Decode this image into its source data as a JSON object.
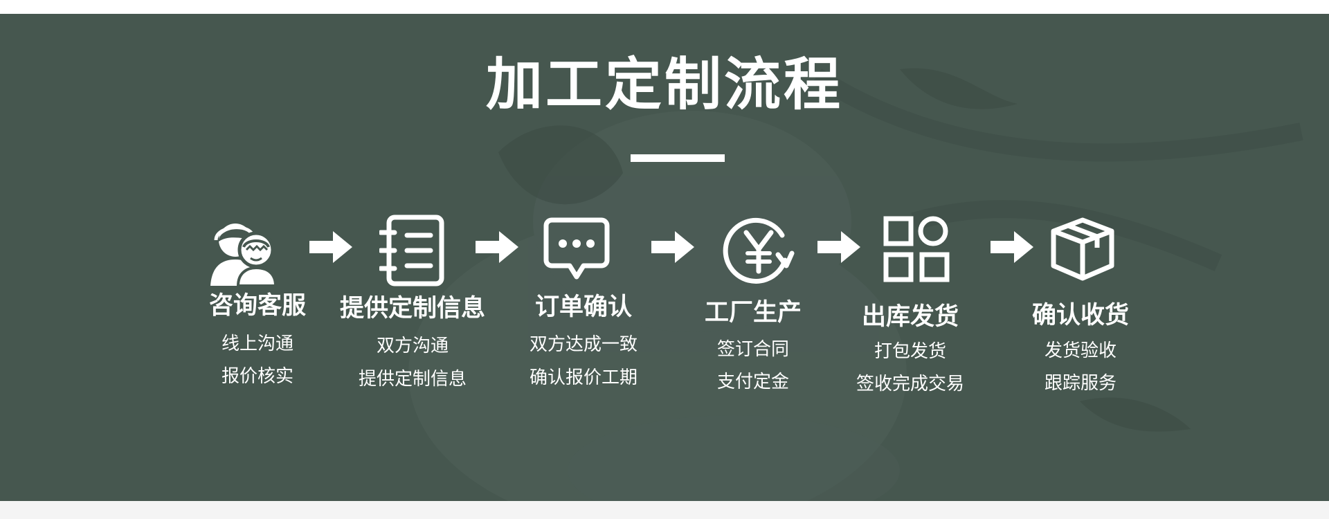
{
  "title": "加工定制流程",
  "colors": {
    "banner_bg": "#46574f",
    "text": "#ffffff",
    "bottom_strip": "#f4f4f4"
  },
  "steps": [
    {
      "icon": "customer-service-icon",
      "title": "咨询客服",
      "lines": [
        "线上沟通",
        "报价核实"
      ]
    },
    {
      "icon": "notebook-icon",
      "title": "提供定制信息",
      "lines": [
        "双方沟通",
        "提供定制信息"
      ]
    },
    {
      "icon": "chat-bubble-icon",
      "title": "订单确认",
      "lines": [
        "双方达成一致",
        "确认报价工期"
      ]
    },
    {
      "icon": "yen-payment-icon",
      "title": "工厂生产",
      "lines": [
        "签订合同",
        "支付定金"
      ]
    },
    {
      "icon": "grid-apps-icon",
      "title": "出库发货",
      "lines": [
        "打包发货",
        "签收完成交易"
      ]
    },
    {
      "icon": "package-box-icon",
      "title": "确认收货",
      "lines": [
        "发货验收",
        "跟踪服务"
      ]
    }
  ],
  "connector_icon": "arrow-right-icon"
}
